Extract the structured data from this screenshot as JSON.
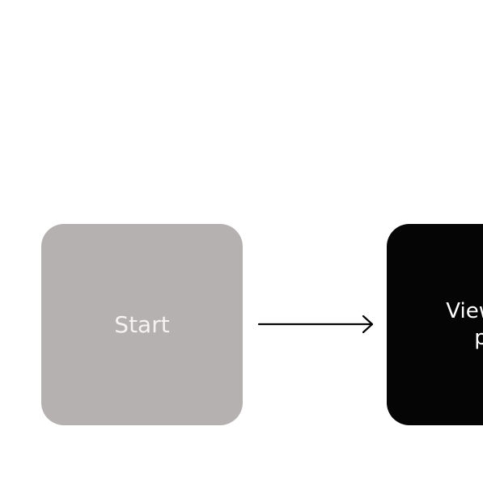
{
  "diagram": {
    "nodes": [
      {
        "id": "start",
        "label": "Start",
        "fill": "#b4b1b0",
        "text_color": "#f4f3f2"
      },
      {
        "id": "view-page",
        "label": "View ga\npa",
        "fill": "#050505",
        "text_color": "#ffffff"
      }
    ],
    "edges": [
      {
        "from": "start",
        "to": "view-page",
        "style": "arrow",
        "color": "#050505"
      }
    ]
  }
}
